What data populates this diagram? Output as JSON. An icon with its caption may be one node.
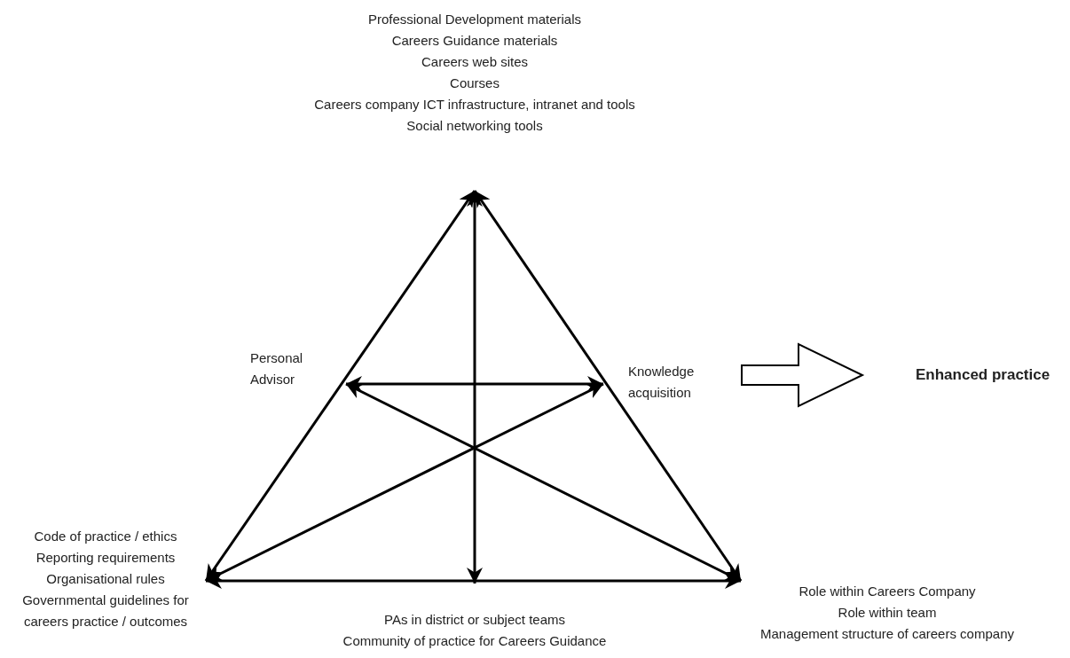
{
  "diagram": {
    "nodes": [
      {
        "text": [
          "Professional Development materials",
          "Careers Guidance materials",
          "Careers web sites",
          "Courses",
          "Careers company ICT infrastructure, intranet and tools",
          "Social networking tools"
        ]
      },
      {
        "text": [
          "Personal Advisor"
        ]
      },
      {
        "text": [
          "Knowledge acquisition"
        ]
      },
      {
        "text": [
          "Enhanced practice"
        ]
      },
      {
        "text": [
          "Code of practice / ethics",
          "Reporting requirements",
          "Organisational rules",
          "Governmental guidelines for careers practice / outcomes"
        ]
      },
      {
        "text": [
          "PAs in district or subject teams",
          "Community of practice for Careers Guidance"
        ]
      },
      {
        "text": [
          "Role within Careers Company",
          "Role within team",
          "Management structure of careers company"
        ]
      }
    ],
    "edges": [
      {
        "from": 0,
        "to": 4,
        "arrow": "both"
      },
      {
        "from": 0,
        "to": 6,
        "arrow": "both"
      },
      {
        "from": 4,
        "to": 6,
        "arrow": "both"
      },
      {
        "from": 0,
        "to": 5,
        "arrow": "both"
      },
      {
        "from": 1,
        "to": 2,
        "arrow": "both"
      },
      {
        "from": 1,
        "to": 6,
        "arrow": "both"
      },
      {
        "from": 4,
        "to": 2,
        "arrow": "both"
      },
      {
        "from": 2,
        "to": 3,
        "arrow": "to",
        "style": "thick"
      }
    ]
  }
}
